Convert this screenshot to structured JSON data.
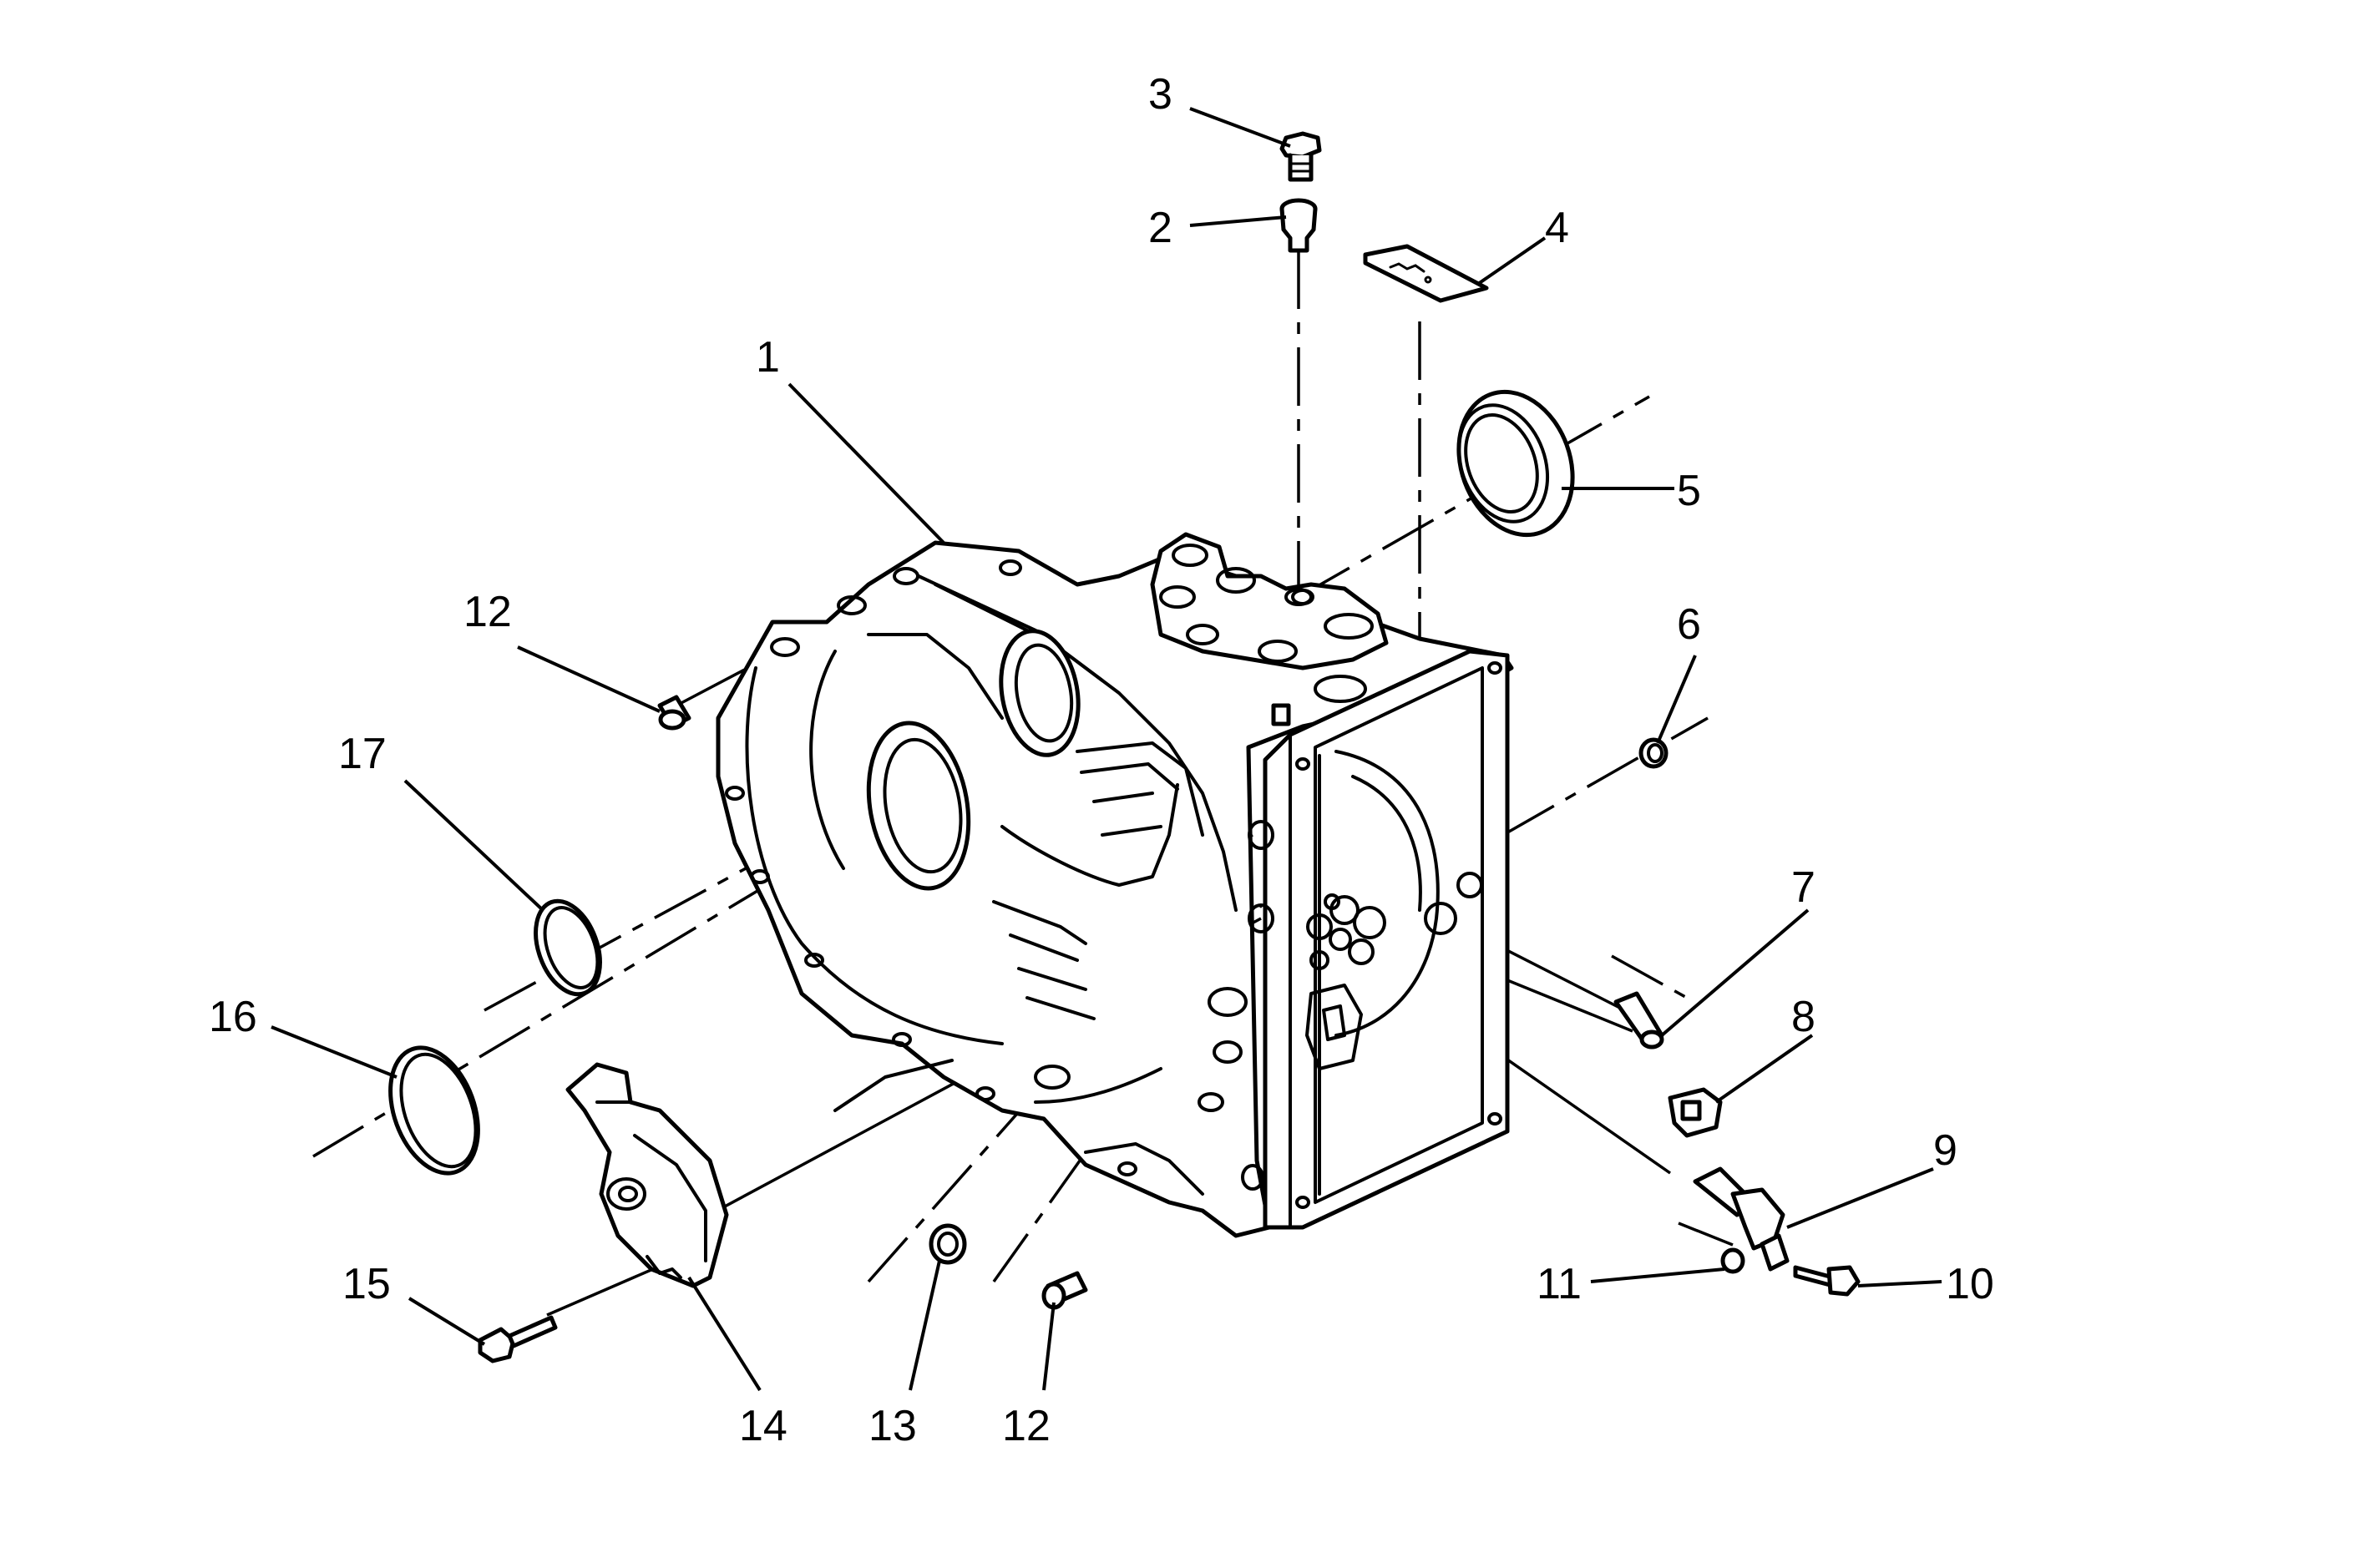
{
  "diagram": {
    "callouts": [
      {
        "id": "c1",
        "label": "1"
      },
      {
        "id": "c2",
        "label": "2"
      },
      {
        "id": "c3",
        "label": "3"
      },
      {
        "id": "c4",
        "label": "4"
      },
      {
        "id": "c5",
        "label": "5"
      },
      {
        "id": "c6",
        "label": "6"
      },
      {
        "id": "c7",
        "label": "7"
      },
      {
        "id": "c8",
        "label": "8"
      },
      {
        "id": "c9",
        "label": "9"
      },
      {
        "id": "c10",
        "label": "10"
      },
      {
        "id": "c11",
        "label": "11"
      },
      {
        "id": "c12a",
        "label": "12"
      },
      {
        "id": "c12b",
        "label": "12"
      },
      {
        "id": "c13",
        "label": "13"
      },
      {
        "id": "c14",
        "label": "14"
      },
      {
        "id": "c15",
        "label": "15"
      },
      {
        "id": "c16",
        "label": "16"
      },
      {
        "id": "c17",
        "label": "17"
      }
    ]
  }
}
